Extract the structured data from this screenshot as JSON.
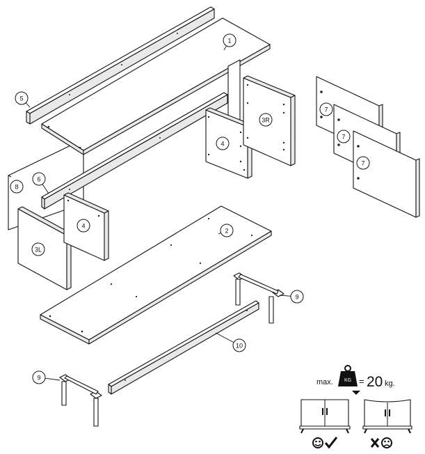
{
  "parts": [
    {
      "key": "p1",
      "label": "1"
    },
    {
      "key": "p2",
      "label": "2"
    },
    {
      "key": "p3L",
      "label": "3L"
    },
    {
      "key": "p3R",
      "label": "3R"
    },
    {
      "key": "p4a",
      "label": "4"
    },
    {
      "key": "p4b",
      "label": "4"
    },
    {
      "key": "p5",
      "label": "5"
    },
    {
      "key": "p6",
      "label": "6"
    },
    {
      "key": "p7a",
      "label": "7"
    },
    {
      "key": "p7b",
      "label": "7"
    },
    {
      "key": "p7c",
      "label": "7"
    },
    {
      "key": "p8",
      "label": "8"
    },
    {
      "key": "p9a",
      "label": "9"
    },
    {
      "key": "p9b",
      "label": "9"
    },
    {
      "key": "p10",
      "label": "10"
    }
  ],
  "load_note": {
    "prefix": "max.",
    "weight_symbol": "KG",
    "equals": "=",
    "value": "20",
    "unit": "kg."
  },
  "icons": {
    "weight": "weight-icon",
    "arrow": "down-arrow-icon",
    "cabinet_ok": "cabinet-correct-icon",
    "cabinet_bad": "cabinet-incorrect-icon",
    "happy": "happy-face-icon",
    "check": "check-mark-icon",
    "cross": "cross-mark-icon",
    "sad": "sad-face-icon"
  }
}
